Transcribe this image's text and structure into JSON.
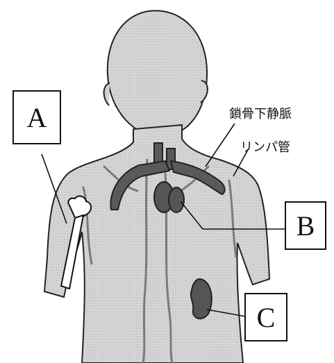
{
  "labels": {
    "a": "A",
    "b": "B",
    "c": "C"
  },
  "callouts": {
    "subclavian_vein": "鎖骨下静脈",
    "lymph_vessel": "リンパ管"
  },
  "colors": {
    "line": "#111111",
    "organ_fill": "#555555",
    "vessel_fill": "#5a5a5a",
    "body_fill": "#d6d6d6",
    "background": "#ffffff"
  }
}
